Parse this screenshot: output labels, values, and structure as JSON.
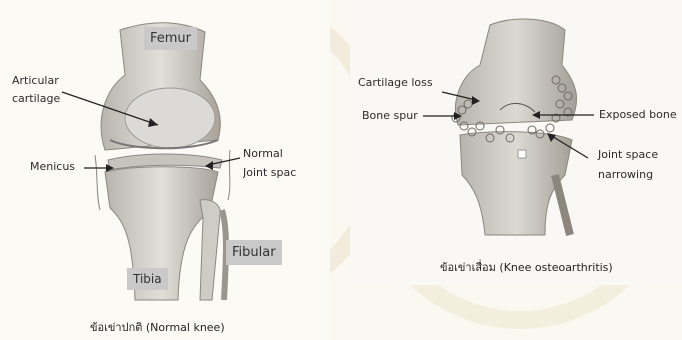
{
  "normal_knee": {
    "labels": {
      "femur": "Femur",
      "articular_cartilage_1": "Articular",
      "articular_cartilage_2": "cartilage",
      "menicus": "Menicus",
      "normal_1": "Normal",
      "normal_2": "Joint spac",
      "fibular": "Fibular",
      "tibia": "Tibia"
    },
    "caption": "ข้อเข่าปกติ (Normal knee)"
  },
  "oa_knee": {
    "labels": {
      "cartilage_loss": "Cartilage loss",
      "bone_spur": "Bone spur",
      "exposed_bone": "Exposed bone",
      "joint_space_1": "Joint space",
      "joint_space_2": "narrowing"
    },
    "caption": "ข้อเข่าเสื่อม (Knee osteoarthritis)"
  },
  "colors": {
    "bone": "#d8d5cf",
    "bone_shadow": "#a9a59e",
    "box_gray": "#c9c9c9",
    "watermark": "#eadfc8"
  }
}
